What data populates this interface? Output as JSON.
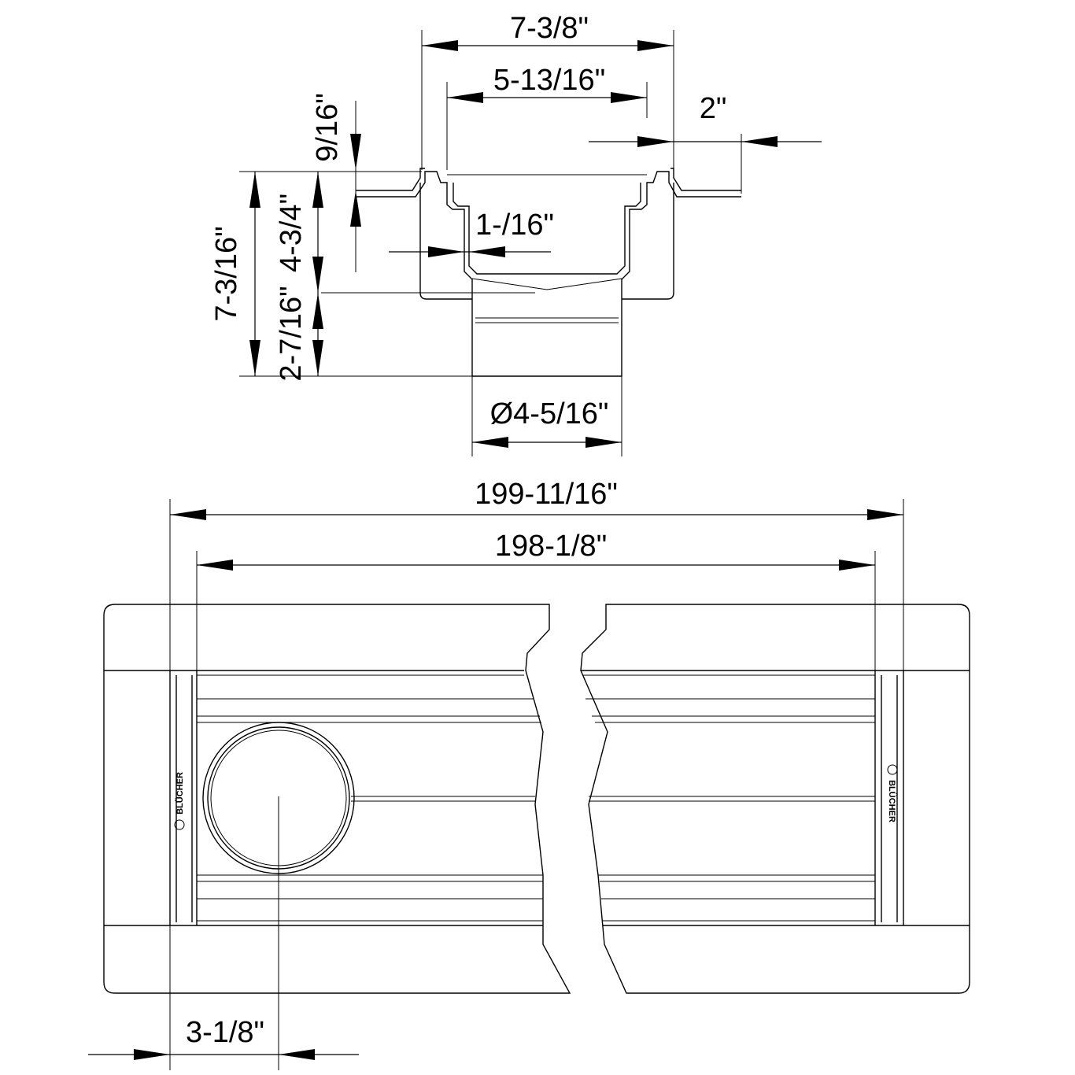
{
  "drawing": {
    "section_view": {
      "flange_width": "7-3/8\"",
      "body_width": "5-13/16\"",
      "flange_overhang": "2\"",
      "flange_height": "9/16\"",
      "total_height": "7-3/16\"",
      "body_depth": "4-3/4\"",
      "outlet_height": "2-7/16\"",
      "wall_offset": "1-/16\"",
      "outlet_diameter": "Ø4-5/16\""
    },
    "plan_view": {
      "overall_length": "199-11/16\"",
      "channel_length": "198-1/8\"",
      "outlet_offset": "3-1/8\"",
      "brand_left": "BLÜCHER",
      "brand_right": "BLÜCHER"
    }
  }
}
